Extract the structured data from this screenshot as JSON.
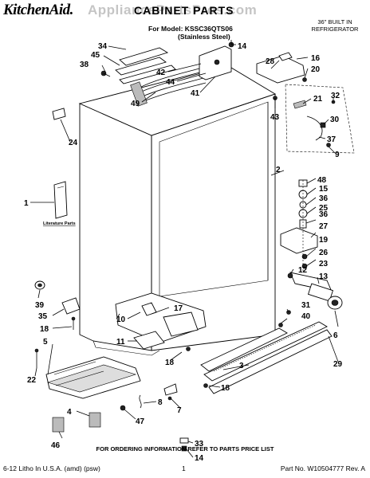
{
  "header": {
    "brand": "KitchenAid.",
    "watermark": "AppliancePartsPros.com",
    "title": "CABINET PARTS",
    "model_line": "For Model: KSSC36QTS06",
    "variant": "(Stainless Steel)",
    "category_line1": "36\" BUILT IN",
    "category_line2": "REFRIGERATOR"
  },
  "inset_label": "Literature Parts",
  "parts": {
    "p1": "1",
    "p2": "2",
    "p3": "3",
    "p4": "4",
    "p5": "5",
    "p6": "6",
    "p7": "7",
    "p8": "8",
    "p9": "9",
    "p10": "10",
    "p11": "11",
    "p12": "12",
    "p13": "13",
    "p14a": "14",
    "p14b": "14",
    "p15": "15",
    "p16": "16",
    "p17": "17",
    "p18a": "18",
    "p18b": "18",
    "p19": "19",
    "p20": "20",
    "p21": "21",
    "p22": "22",
    "p23": "23",
    "p24": "24",
    "p25": "25",
    "p26": "26",
    "p27": "27",
    "p28": "28",
    "p29": "29",
    "p30": "30",
    "p31": "31",
    "p32": "32",
    "p33": "33",
    "p34": "34",
    "p35": "35",
    "p36a": "36",
    "p36b": "36",
    "p37": "37",
    "p38": "38",
    "p39": "39",
    "p40": "40",
    "p41": "41",
    "p42": "42",
    "p43": "43",
    "p44": "44",
    "p45": "45",
    "p46": "46",
    "p47": "47",
    "p48": "48",
    "p49": "49"
  },
  "footer": {
    "ordering_note": "FOR ORDERING INFORMATION REFER TO PARTS PRICE LIST",
    "print_info": "6-12 Litho In U.S.A. (amd) (psw)",
    "page": "1",
    "part_number": "Part No. W10504777 Rev. A"
  }
}
